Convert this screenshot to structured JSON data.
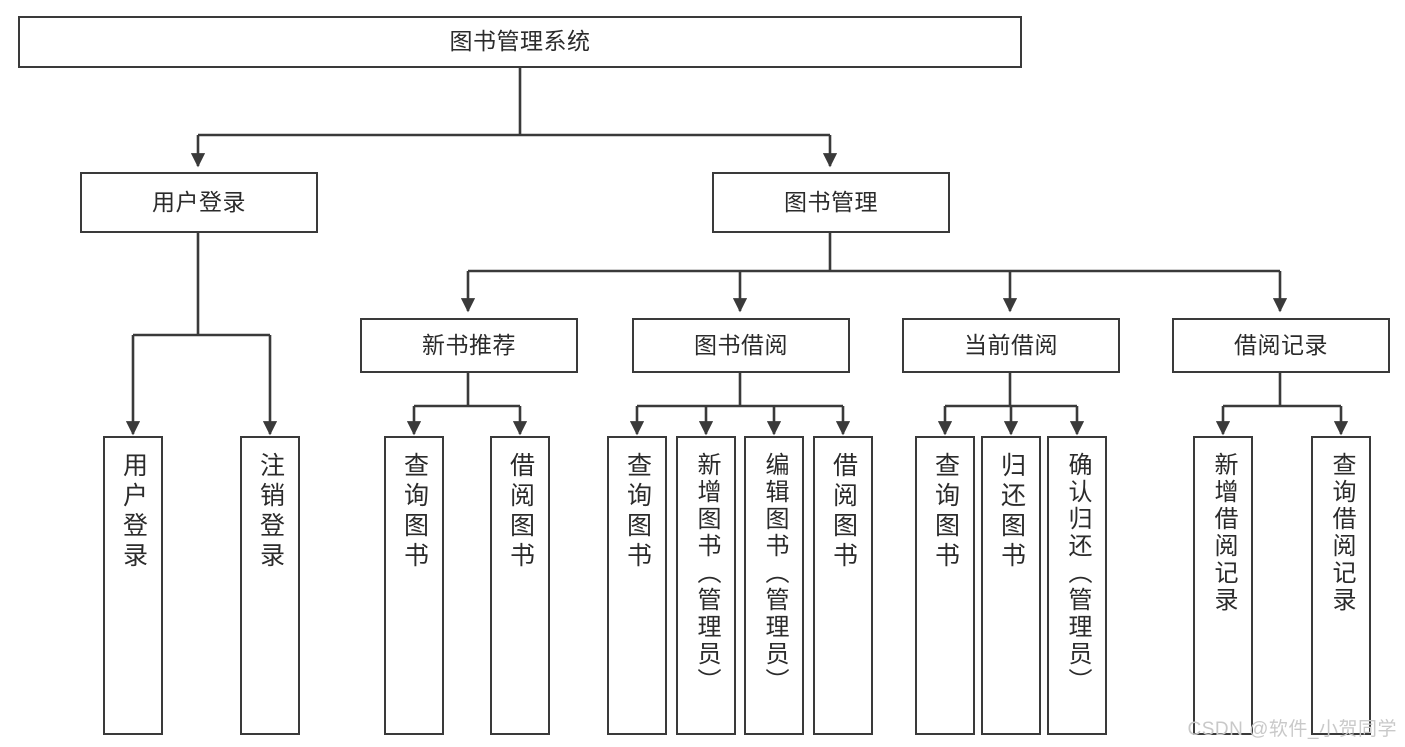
{
  "diagram": {
    "type": "tree",
    "title": "图书管理系统",
    "watermark": "CSDN @软件_小贺同学",
    "colors": {
      "box_border": "#3a3a3a",
      "box_fill": "#ffffff",
      "connector": "#3a3a3a",
      "text": "#2b2b2b",
      "watermark": "#c9c9c9"
    },
    "root": {
      "label": "图书管理系统"
    },
    "level2": [
      {
        "label": "用户登录"
      },
      {
        "label": "图书管理"
      }
    ],
    "level3": [
      {
        "label": "新书推荐"
      },
      {
        "label": "图书借阅"
      },
      {
        "label": "当前借阅"
      },
      {
        "label": "借阅记录"
      }
    ],
    "leaves": {
      "user_login": [
        {
          "label": "用户登录"
        },
        {
          "label": "注销登录"
        }
      ],
      "new_book_recommend": [
        {
          "label": "查询图书"
        },
        {
          "label": "借阅图书"
        }
      ],
      "book_borrow": [
        {
          "label": "查询图书"
        },
        {
          "label": "新增图书（管理员）"
        },
        {
          "label": "编辑图书（管理员）"
        },
        {
          "label": "借阅图书"
        }
      ],
      "current_borrow": [
        {
          "label": "查询图书"
        },
        {
          "label": "归还图书"
        },
        {
          "label": "确认归还（管理员）"
        }
      ],
      "borrow_record": [
        {
          "label": "新增借阅记录"
        },
        {
          "label": "查询借阅记录"
        }
      ]
    }
  }
}
